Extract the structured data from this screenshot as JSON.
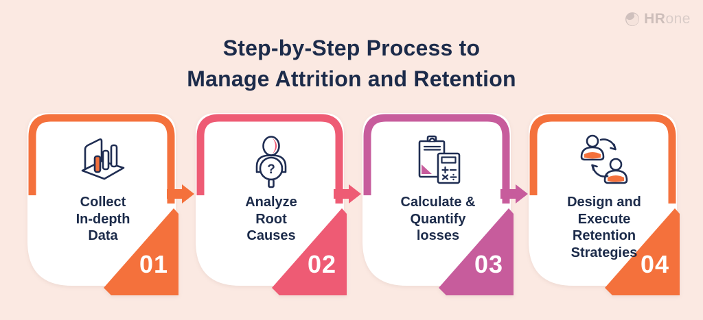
{
  "background": "#FBE9E2",
  "logo": {
    "icon": "hrone-swirl-icon",
    "brand_bold": "HR",
    "brand_light": "one"
  },
  "title": {
    "line1": "Step-by-Step Process to",
    "line2": "Manage Attrition and Retention",
    "color": "#1C2B4A"
  },
  "icon_stroke": "#1F2D52",
  "steps": [
    {
      "number": "01",
      "label": "Collect\nIn-depth\nData",
      "color": "#F4713C",
      "icon": "3d-bar-chart-icon"
    },
    {
      "number": "02",
      "label": "Analyze\nRoot\nCauses",
      "color": "#EE5B74",
      "icon": "person-question-magnifier-icon",
      "icon_glyph": "?"
    },
    {
      "number": "03",
      "label": "Calculate &\nQuantify\nlosses",
      "color": "#C75C9C",
      "icon": "clipboard-calculator-icon"
    },
    {
      "number": "04",
      "label": "Design and\nExecute\nRetention\nStrategies",
      "color": "#F4713C",
      "icon": "people-exchange-icon"
    }
  ]
}
